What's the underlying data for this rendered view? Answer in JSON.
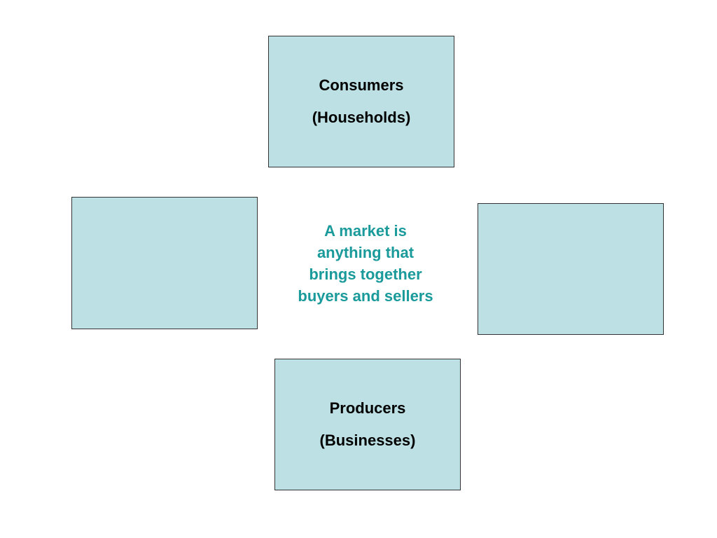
{
  "diagram": {
    "consumers": {
      "line1": "Consumers",
      "line2": "(Households)"
    },
    "left_box": {
      "text": ""
    },
    "right_box": {
      "text": ""
    },
    "producers": {
      "line1": "Producers",
      "line2": "(Businesses)"
    },
    "center": {
      "line1": "A market is",
      "line2": "anything that",
      "line3": "brings together",
      "line4": "buyers and sellers"
    }
  },
  "colors": {
    "box_fill": "#bce0e4",
    "box_border": "#333333",
    "center_text": "#1a9a9a"
  }
}
